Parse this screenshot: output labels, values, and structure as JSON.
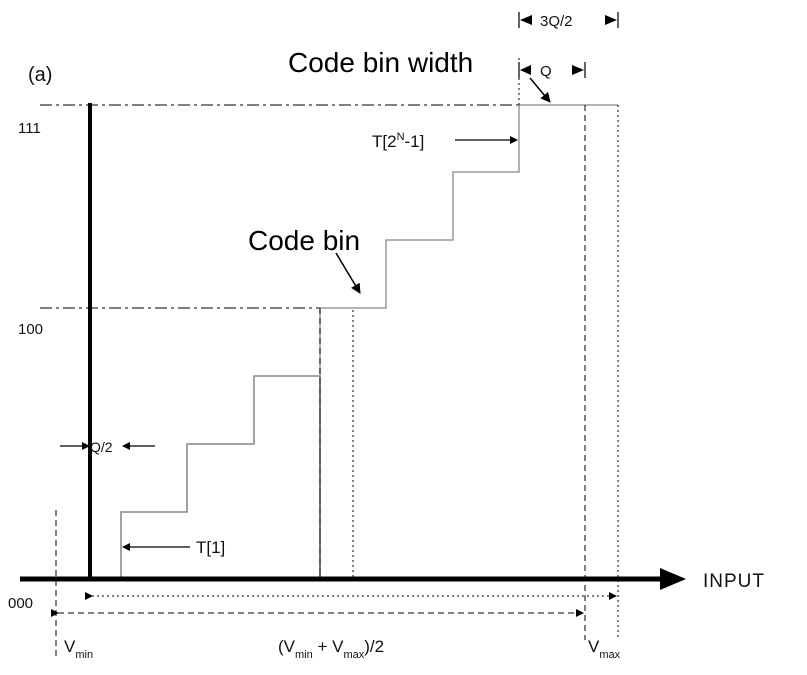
{
  "panel_label": "(a)",
  "y_codes": {
    "top": "111",
    "mid": "100",
    "bottom": "000"
  },
  "axis_label": "INPUT",
  "labels": {
    "code_bin_width": "Code bin width",
    "code_bin": "Code bin",
    "half_q": "Q/2",
    "q": "Q",
    "three_half_q": "3Q/2",
    "t_first": "T[1]",
    "t_last_prefix": "T[2",
    "t_last_sup": "N",
    "t_last_suffix": "-1]"
  },
  "x_labels": {
    "vmin_main": "V",
    "vmin_sub": "min",
    "mid_open": "(V",
    "mid_sub1": "min",
    "mid_plus": " + V",
    "mid_sub2": "max",
    "mid_close": ")/2",
    "vmax_main": "V",
    "vmax_sub": "max"
  },
  "colors": {
    "axis": "#000000",
    "staircase_low": "#000000",
    "staircase_high": "#9a9a9a",
    "dashed": "#000000"
  }
}
